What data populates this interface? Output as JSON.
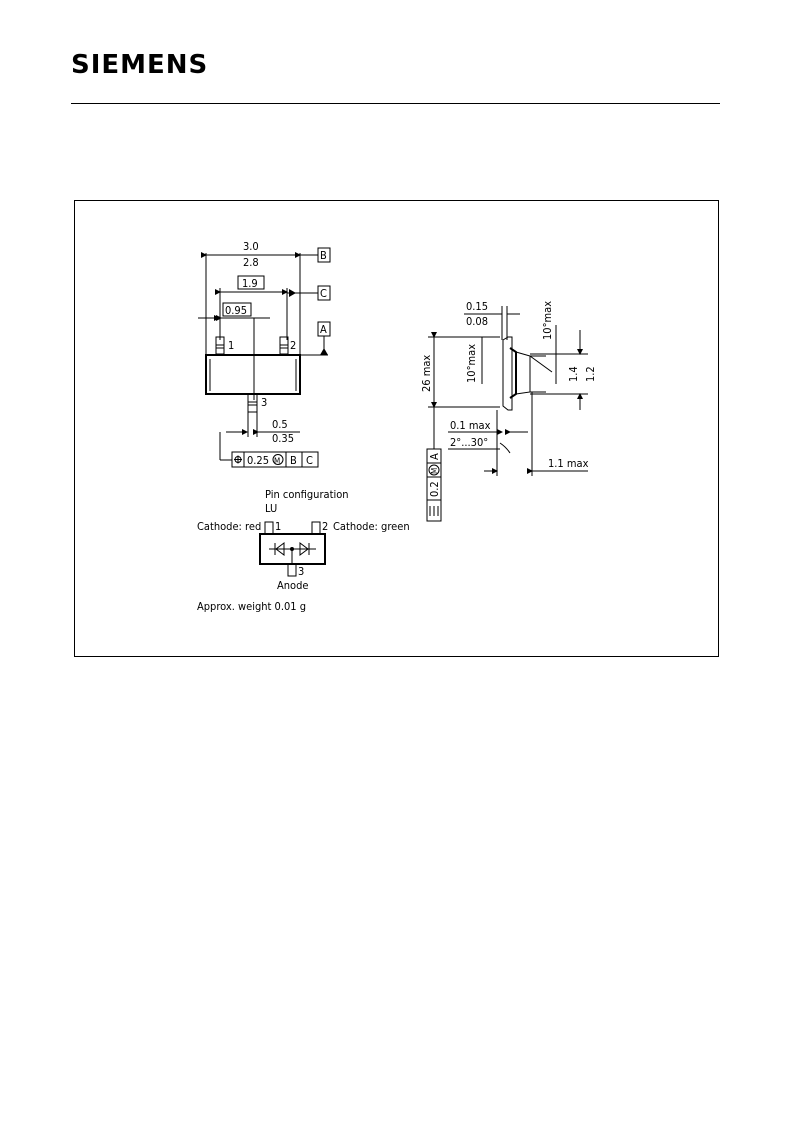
{
  "header": {
    "logo": "SIEMENS"
  },
  "drawing": {
    "top_view": {
      "dim_length_max": "3.0",
      "dim_length_min": "2.8",
      "dim_pin_pitch": "1.9",
      "dim_pin_half_pitch": "0.95",
      "datum_a": "A",
      "datum_b": "B",
      "datum_c": "C",
      "pin1": "1",
      "pin2": "2",
      "pin3": "3",
      "dim_lead_width_max": "0.5",
      "dim_lead_width_min": "0.35",
      "tolerance_value": "0.25",
      "tolerance_modifier": "M",
      "tolerance_ref_b": "B",
      "tolerance_ref_c": "C"
    },
    "side_view": {
      "dim_thickness_max": "0.15",
      "dim_thickness_min": "0.08",
      "angle_top": "10°max",
      "angle_left": "10°max",
      "height_max": "26 max",
      "body_width_max": "1.4",
      "body_width_min": "1.2",
      "standoff": "0.1 max",
      "lead_angle": "2°...30°",
      "overall_height": "1.1 max",
      "tolerance_value": "0.2",
      "tolerance_modifier": "M",
      "tolerance_ref": "A"
    },
    "pin_configuration": {
      "title": "Pin configuration",
      "code": "LU",
      "cathode_left": "Cathode: red",
      "cathode_right": "Cathode: green",
      "pin1": "1",
      "pin2": "2",
      "pin3": "3",
      "anode": "Anode"
    },
    "weight": "Approx. weight 0.01 g"
  }
}
